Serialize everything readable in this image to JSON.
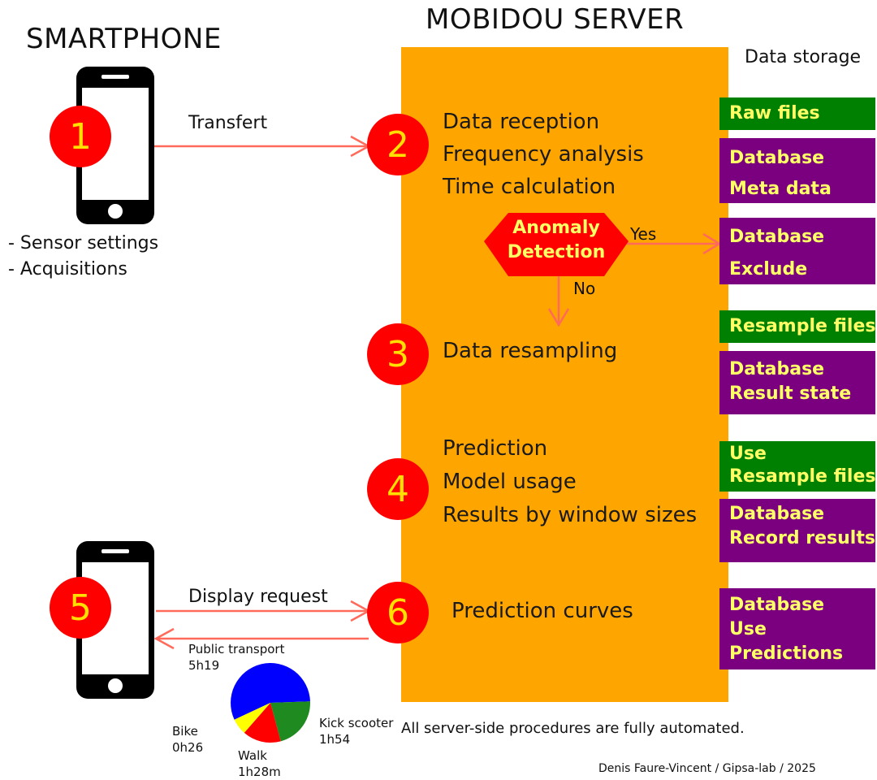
{
  "headers": {
    "smartphone": "SMARTPHONE",
    "server": "MOBIDOU SERVER",
    "storage": "Data storage"
  },
  "steps": [
    "1",
    "2",
    "3",
    "4",
    "5",
    "6"
  ],
  "smartphone_notes": [
    "- Sensor settings",
    "- Acquisitions"
  ],
  "arrows": {
    "transfert": "Transfert",
    "display_request": "Display request",
    "yes": "Yes",
    "no": "No"
  },
  "server_steps": {
    "step2": [
      "Data reception",
      "Frequency analysis",
      "Time calculation"
    ],
    "anomaly": [
      "Anomaly",
      "Detection"
    ],
    "step3": "Data resampling",
    "step4": [
      "Prediction",
      "Model usage",
      "Results by window sizes"
    ],
    "step6": "Prediction curves"
  },
  "storage_boxes": {
    "raw": [
      "Raw files"
    ],
    "meta": [
      "Database",
      "Meta data"
    ],
    "exclude": [
      "Database",
      "Exclude"
    ],
    "resample": [
      "Resample files"
    ],
    "result_state": [
      "Database",
      "Result state"
    ],
    "use_resample": [
      "Use",
      "Resample files"
    ],
    "record": [
      "Database",
      "Record results"
    ],
    "predictions": [
      "Database",
      "Use",
      "Predictions"
    ]
  },
  "pie": {
    "public_transport": [
      "Public transport",
      "5h19"
    ],
    "kick_scooter": [
      "Kick scooter",
      "1h54"
    ],
    "walk": [
      "Walk",
      "1h28m"
    ],
    "bike": [
      "Bike",
      "0h26"
    ]
  },
  "footer": {
    "automated": "All server-side procedures are fully automated.",
    "credit": "Denis Faure-Vincent / Gipsa-lab / 2025"
  },
  "colors": {
    "server": "#ffa500",
    "step_circle": "#ff0000",
    "step_number": "#ffe000",
    "green_box": "#008000",
    "purple_box": "#7b0080",
    "box_text": "#ffff66",
    "arrow": "#ff6a5a",
    "pie_blue": "#0000ff",
    "pie_green": "#1f8a1f",
    "pie_red": "#ff0000",
    "pie_yellow": "#ffff00"
  }
}
